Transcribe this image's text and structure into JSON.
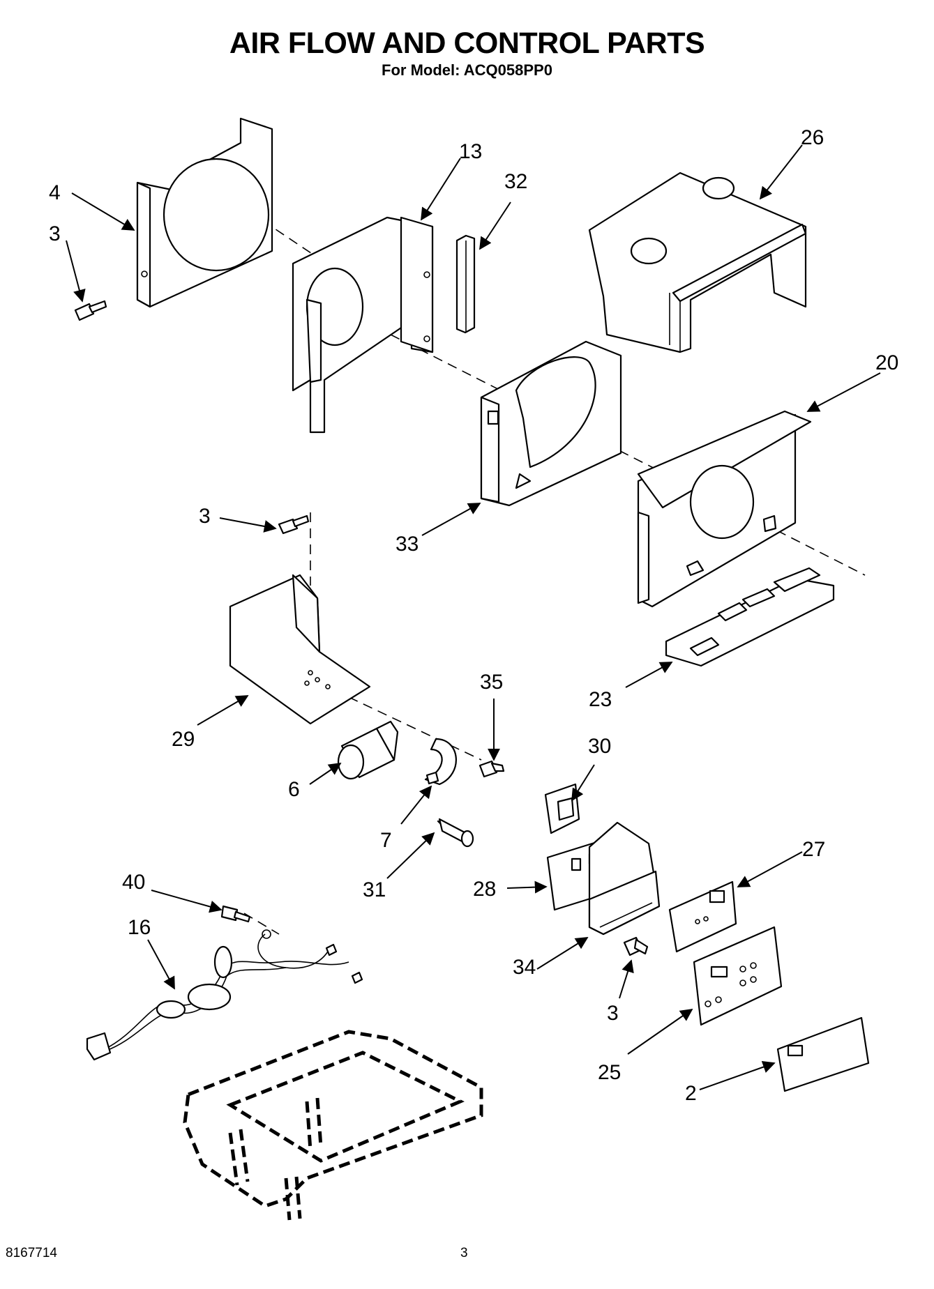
{
  "header": {
    "title": "AIR FLOW AND CONTROL PARTS",
    "model_line": "For Model: ACQ058PP0"
  },
  "footer": {
    "doc_number": "8167714",
    "page_number": "3"
  },
  "callouts": {
    "c4": "4",
    "c3a": "3",
    "c13": "13",
    "c32": "32",
    "c26": "26",
    "c20": "20",
    "c33": "33",
    "c3b": "3",
    "c29": "29",
    "c35": "35",
    "c23": "23",
    "c6": "6",
    "c7": "7",
    "c30": "30",
    "c31": "31",
    "c27": "27",
    "c28": "28",
    "c40": "40",
    "c16": "16",
    "c34": "34",
    "c3c": "3",
    "c25": "25",
    "c2": "2"
  }
}
